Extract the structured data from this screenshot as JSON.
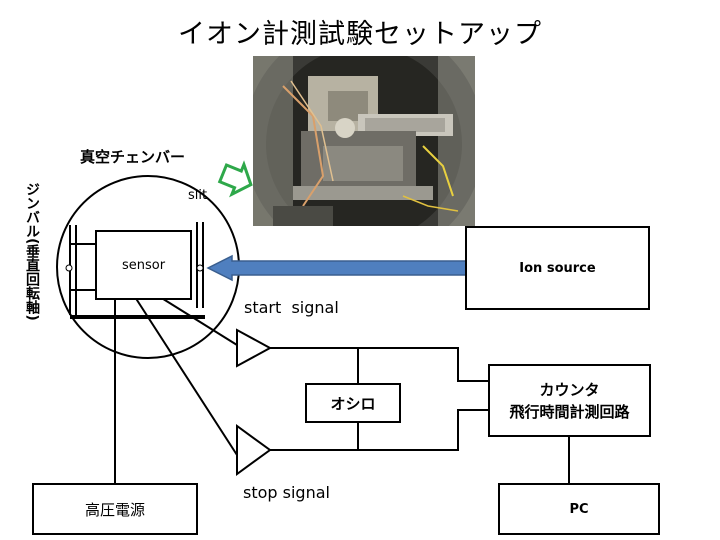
{
  "title": "イオン計測試験セットアップ",
  "labels": {
    "chamber": "真空チェンバー",
    "gimbal": "ジンバル(垂直回転軸)",
    "slit": "slit",
    "sensor": "sensor",
    "ion_source": "Ion source",
    "start_signal": "start  signal",
    "stop_signal": "stop signal",
    "oscilloscope": "オシロ",
    "counter_line1": "カウンタ",
    "counter_line2": "飛行時間計測回路",
    "hv_supply": "高圧電源",
    "pc": "PC"
  },
  "colors": {
    "beam_arrow": "#4f7fbf",
    "pointer_arrow": "#2ea84a",
    "line": "#000000"
  },
  "icons": {
    "photo": "vacuum-chamber-photo",
    "pointer": "hollow-arrow-icon"
  }
}
